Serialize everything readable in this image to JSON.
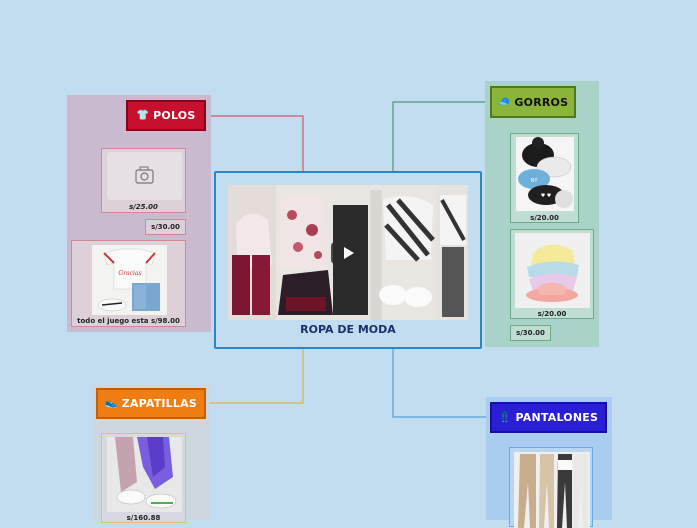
{
  "central": {
    "title": "ROPA DE MODA"
  },
  "polos": {
    "label": "POLOS",
    "icon": "shirt-icon",
    "items": [
      {
        "caption": "s/25.00"
      },
      {
        "caption": "todo el juego esta s/98.00"
      }
    ],
    "extra_price": "s/30.00"
  },
  "gorros": {
    "label": "GORROS",
    "icon": "cap-icon",
    "items": [
      {
        "caption": "s/20.00"
      },
      {
        "caption": "s/20.00"
      }
    ],
    "extra_price": "s/30.00"
  },
  "zapatillas": {
    "label": "ZAPATILLAS",
    "icon": "sneaker-icon",
    "items": [
      {
        "caption": "s/160.88"
      }
    ]
  },
  "pantalones": {
    "label": "PANTALONES",
    "icon": "pants-icon"
  },
  "colors": {
    "background": "#c3ddf0",
    "polos": "#c8102e",
    "gorros": "#7ca12f",
    "zapatillas": "#f07d12",
    "pantalones": "#2b1fd6",
    "central_border": "#2b86c6"
  }
}
